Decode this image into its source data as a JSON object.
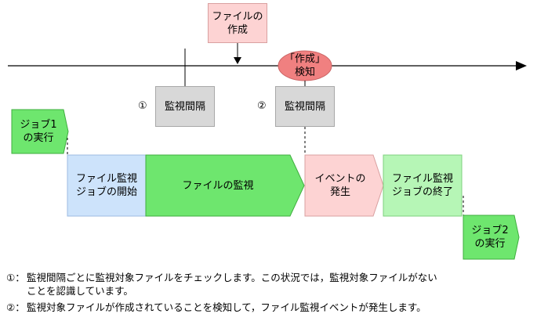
{
  "colors": {
    "pink_box": "#fdd3d3",
    "pink_border": "#d9a0a0",
    "gray_box": "#d8d8d8",
    "gray_border": "#a8a8a8",
    "detect_ellipse": "#f08080",
    "green_dark": "#6ee66e",
    "green_light": "#b6f6b6",
    "blue_box": "#cde3fb",
    "line": "#000000"
  },
  "timeline": {
    "file_creation": "ファイルの\n作成",
    "detect": "「作成」\n検知"
  },
  "intervals": [
    {
      "marker": "①",
      "label": "監視間隔"
    },
    {
      "marker": "②",
      "label": "監視間隔"
    }
  ],
  "job1": "ジョブ1\nの実行",
  "job2": "ジョブ2\nの実行",
  "flow": {
    "start": "ファイル監視\nジョブの開始",
    "monitor": "ファイルの監視",
    "event": "イベントの\n発生",
    "end": "ファイル監視\nジョブの終了"
  },
  "notes": [
    {
      "marker": "①：",
      "text": "監視間隔ごとに監視対象ファイルをチェックします。この状況では，監視対象ファイルがない\nことを認識しています。"
    },
    {
      "marker": "②：",
      "text": "監視対象ファイルが作成されていることを検知して，ファイル監視イベントが発生します。"
    }
  ]
}
